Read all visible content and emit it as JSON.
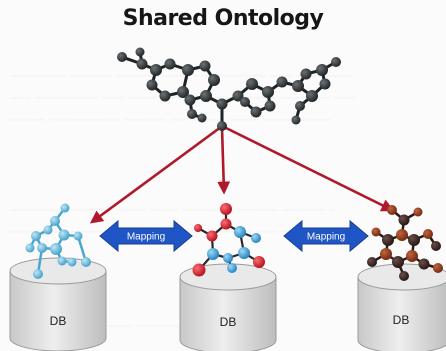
{
  "title": "Shared Ontology",
  "mapping_left_label": "Mapping",
  "mapping_right_label": "Mapping",
  "databases": [
    "DB",
    "DB",
    "DB"
  ],
  "colors": {
    "ontology_node": "#2b2f31",
    "arrow": "#b0182c",
    "mapping_arrow": "#1f55c4",
    "left_molecule": "#5ab6da",
    "mid_molecule_red": "#d3202e",
    "mid_molecule_blue": "#3aa3dc",
    "right_molecule_dark": "#3a2420",
    "right_molecule_brown": "#8a3a22",
    "cylinder": "#dadada"
  }
}
